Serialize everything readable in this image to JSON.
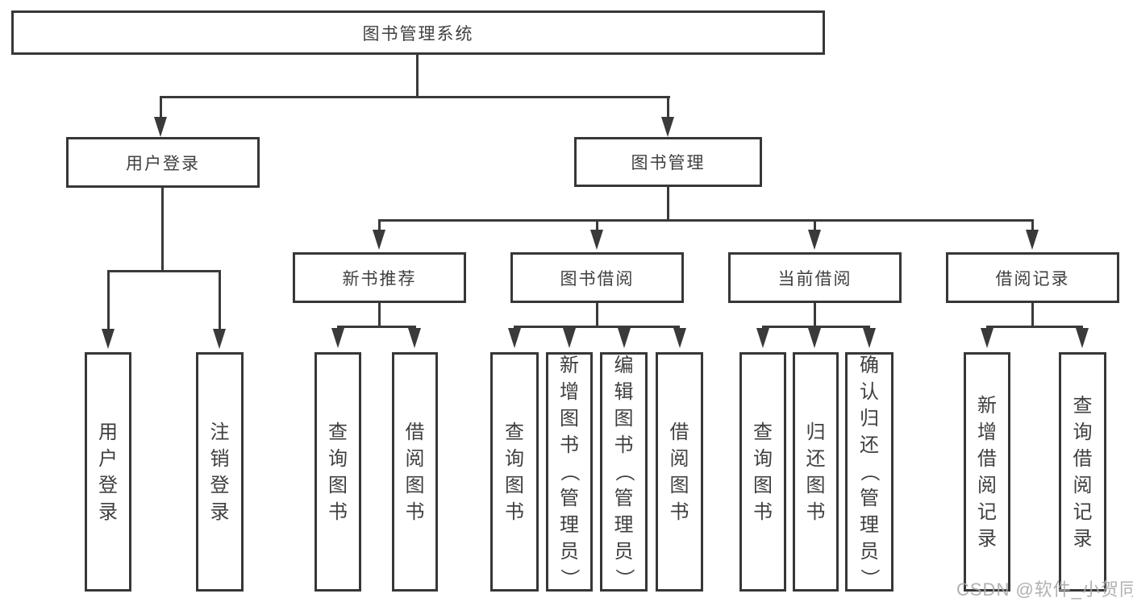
{
  "diagram": {
    "colors": {
      "line": "#3a3a3a",
      "border": "#373737",
      "text": "#3f3f3f",
      "watermark": "#a8a8a8",
      "background": "#ffffff"
    },
    "watermark": "CSDN @软件_小贺同学",
    "tree": {
      "label": "图书管理系统",
      "children": [
        {
          "label": "用户登录",
          "children": [
            {
              "label": "用户登录"
            },
            {
              "label": "注销登录"
            }
          ]
        },
        {
          "label": "图书管理",
          "children": [
            {
              "label": "新书推荐",
              "children": [
                {
                  "label": "查询图书"
                },
                {
                  "label": "借阅图书"
                }
              ]
            },
            {
              "label": "图书借阅",
              "children": [
                {
                  "label": "查询图书"
                },
                {
                  "label": "新增图书（管理员）"
                },
                {
                  "label": "编辑图书（管理员）"
                },
                {
                  "label": "借阅图书"
                }
              ]
            },
            {
              "label": "当前借阅",
              "children": [
                {
                  "label": "查询图书"
                },
                {
                  "label": "归还图书"
                },
                {
                  "label": "确认归还（管理员）"
                }
              ]
            },
            {
              "label": "借阅记录",
              "children": [
                {
                  "label": "新增借阅记录"
                },
                {
                  "label": "查询借阅记录"
                }
              ]
            }
          ]
        }
      ]
    }
  }
}
